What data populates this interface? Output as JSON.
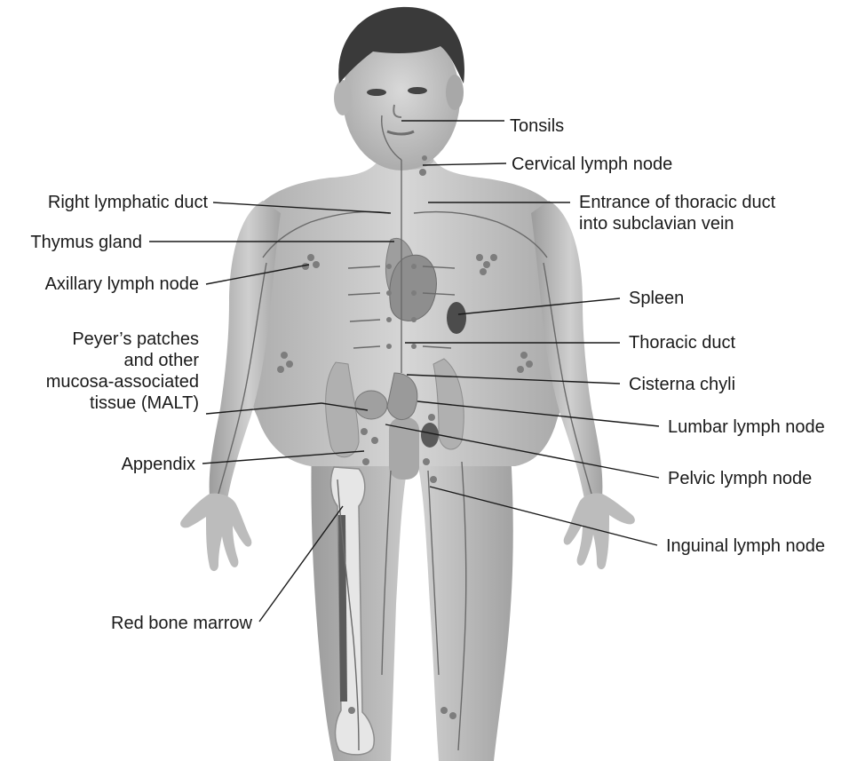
{
  "labels": {
    "tonsils": "Tonsils",
    "cervical_lymph_node": "Cervical lymph node",
    "right_lymphatic_duct": "Right lymphatic duct",
    "thoracic_duct_entrance": "Entrance of thoracic duct\ninto subclavian vein",
    "thymus_gland": "Thymus gland",
    "axillary_lymph_node": "Axillary lymph node",
    "spleen": "Spleen",
    "peyers_patches": "Peyer’s patches\nand other\nmucosa-associated\ntissue (MALT)",
    "thoracic_duct": "Thoracic duct",
    "cisterna_chyli": "Cisterna chyli",
    "lumbar_lymph_node": "Lumbar lymph node",
    "appendix": "Appendix",
    "pelvic_lymph_node": "Pelvic lymph node",
    "inguinal_lymph_node": "Inguinal lymph node",
    "red_bone_marrow": "Red bone marrow"
  }
}
